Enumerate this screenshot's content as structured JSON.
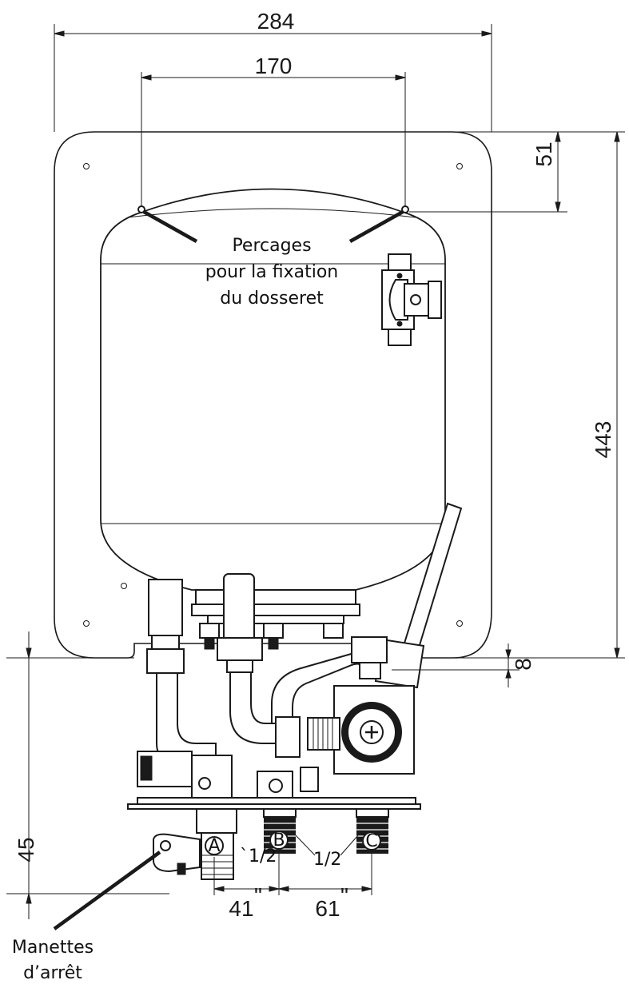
{
  "dimensions": {
    "overall_width": "284",
    "fixing_spacing": "170",
    "top_to_fixing": "51",
    "overall_height": "443",
    "bottom_offset": "8",
    "valve_height": "45",
    "a_to_b": "41",
    "b_to_c": "61",
    "inch_mark": "\""
  },
  "notes": {
    "fixing_line1": "Percages",
    "fixing_line2": "pour la fixation",
    "fixing_line3": "du dosseret",
    "shutoff_line1": "Manettes",
    "shutoff_line2": "d’arrêt"
  },
  "connections": {
    "a": "A",
    "b": "B",
    "c": "C",
    "thread_b": "`1/2",
    "thread_c": "1/2"
  },
  "icons": [
    "mounting-hole-icon",
    "thermostat-icon",
    "pressure-gauge-icon",
    "valve-handle-icon"
  ]
}
